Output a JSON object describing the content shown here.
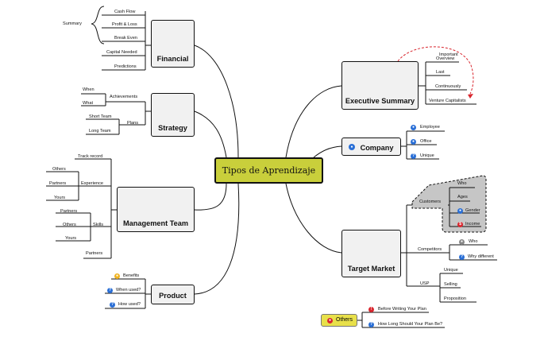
{
  "central": "Tipos de Aprendizaje",
  "financial": {
    "title": "Financial",
    "summary": "Summary",
    "items": [
      "Cash Flow",
      "Profit & Loss",
      "Break Even",
      "Capital Needed",
      "Predictions"
    ]
  },
  "strategy": {
    "title": "Strategy",
    "achievements": "Achievements",
    "achievements_items": [
      "When",
      "What"
    ],
    "plans": "Plans",
    "plans_items": [
      "Short Team",
      "Long Team"
    ]
  },
  "management": {
    "title": "Management Team",
    "track_record": "Track record",
    "experience": "Experience",
    "experience_items": [
      "Others",
      "Partners",
      "Yours"
    ],
    "skills": "Skills",
    "skills_items": [
      "Partners",
      "Others",
      "Yours"
    ],
    "partners": "Partners"
  },
  "product": {
    "title": "Product",
    "items": [
      "Benefits",
      "When used?",
      "How used?"
    ]
  },
  "executive": {
    "title": "Executive Summary",
    "items": [
      "Overview",
      "Last",
      "Continuously",
      "Venture Capitalists"
    ],
    "important": "Important"
  },
  "company": {
    "title": "Company",
    "items": [
      "Employee",
      "Office",
      "Unique"
    ]
  },
  "target": {
    "title": "Target Market",
    "customers": "Customers",
    "customers_items": [
      "Who",
      "Ages",
      "Gender",
      "Income"
    ],
    "competitors": "Competitors",
    "competitors_items": [
      "Who",
      "Why different"
    ],
    "usp": "USP",
    "usp_items": [
      "Unique",
      "Selling",
      "Proposition"
    ]
  },
  "others": {
    "label": "Others",
    "items": [
      "Before Writing Your Plan",
      "How Long Should Your Plan Be?"
    ]
  },
  "colors": {
    "central": "#c9cf3b",
    "node_fill": "#f1f1f1",
    "callout": "#c6c6c6",
    "accent_red": "#d9262e",
    "accent_blue": "#2a6fd6",
    "others_fill": "#e8e04a"
  }
}
